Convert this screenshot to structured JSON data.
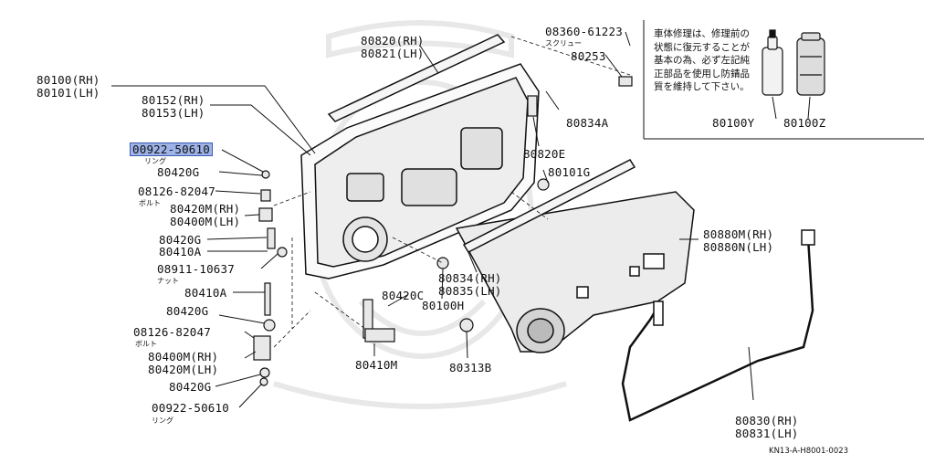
{
  "diagram": {
    "labels": {
      "p80100": "80100(RH)",
      "p80101": "80101(LH)",
      "p80152": "80152(RH)",
      "p80153": "80153(LH)",
      "p00922_top": "00922-50610",
      "ring_top": "リング",
      "p80420g_1": "80420G",
      "p08126_1": "08126-82047",
      "bolt_1": "ボルト",
      "p80420m_rh_1": "80420M(RH)",
      "p80400m_lh_1": "80400M(LH)",
      "p80420g_2": "80420G",
      "p80410a_1": "80410A",
      "p08911": "08911-10637",
      "nut": "ナット",
      "p80410a_2": "80410A",
      "p80420g_3": "80420G",
      "p08126_2": "08126-82047",
      "bolt_2": "ボルト",
      "p80400m_rh_2": "80400M(RH)",
      "p80420m_lh_2": "80420M(LH)",
      "p80420g_4": "80420G",
      "p00922_bottom": "00922-50610",
      "ring_bottom": "リング",
      "p80820": "80820(RH)",
      "p80821": "80821(LH)",
      "p08360": "08360-61223",
      "screw": "スクリュー",
      "p80253": "80253",
      "p80834a": "80834A",
      "p80820e": "80820E",
      "p80101g": "80101G",
      "p80880m": "80880M(RH)",
      "p80880n": "80880N(LH)",
      "p80834": "80834(RH)",
      "p80835": "80835(LH)",
      "p80420c": "80420C",
      "p80100h": "80100H",
      "p80410m": "80410M",
      "p80313b": "80313B",
      "p80830": "80830(RH)",
      "p80831": "80831(LH)",
      "p80100y": "80100Y",
      "p80100z": "80100Z"
    },
    "note_lines": [
      "車体修理は、修理前の",
      "状態に復元することが",
      "基本の為、必ず左記純",
      "正部品を使用し防錆品",
      "質を維持して下さい。"
    ],
    "figure_code": "KN13-A-H8001-0023",
    "highlight_color": "#9db3e8"
  }
}
